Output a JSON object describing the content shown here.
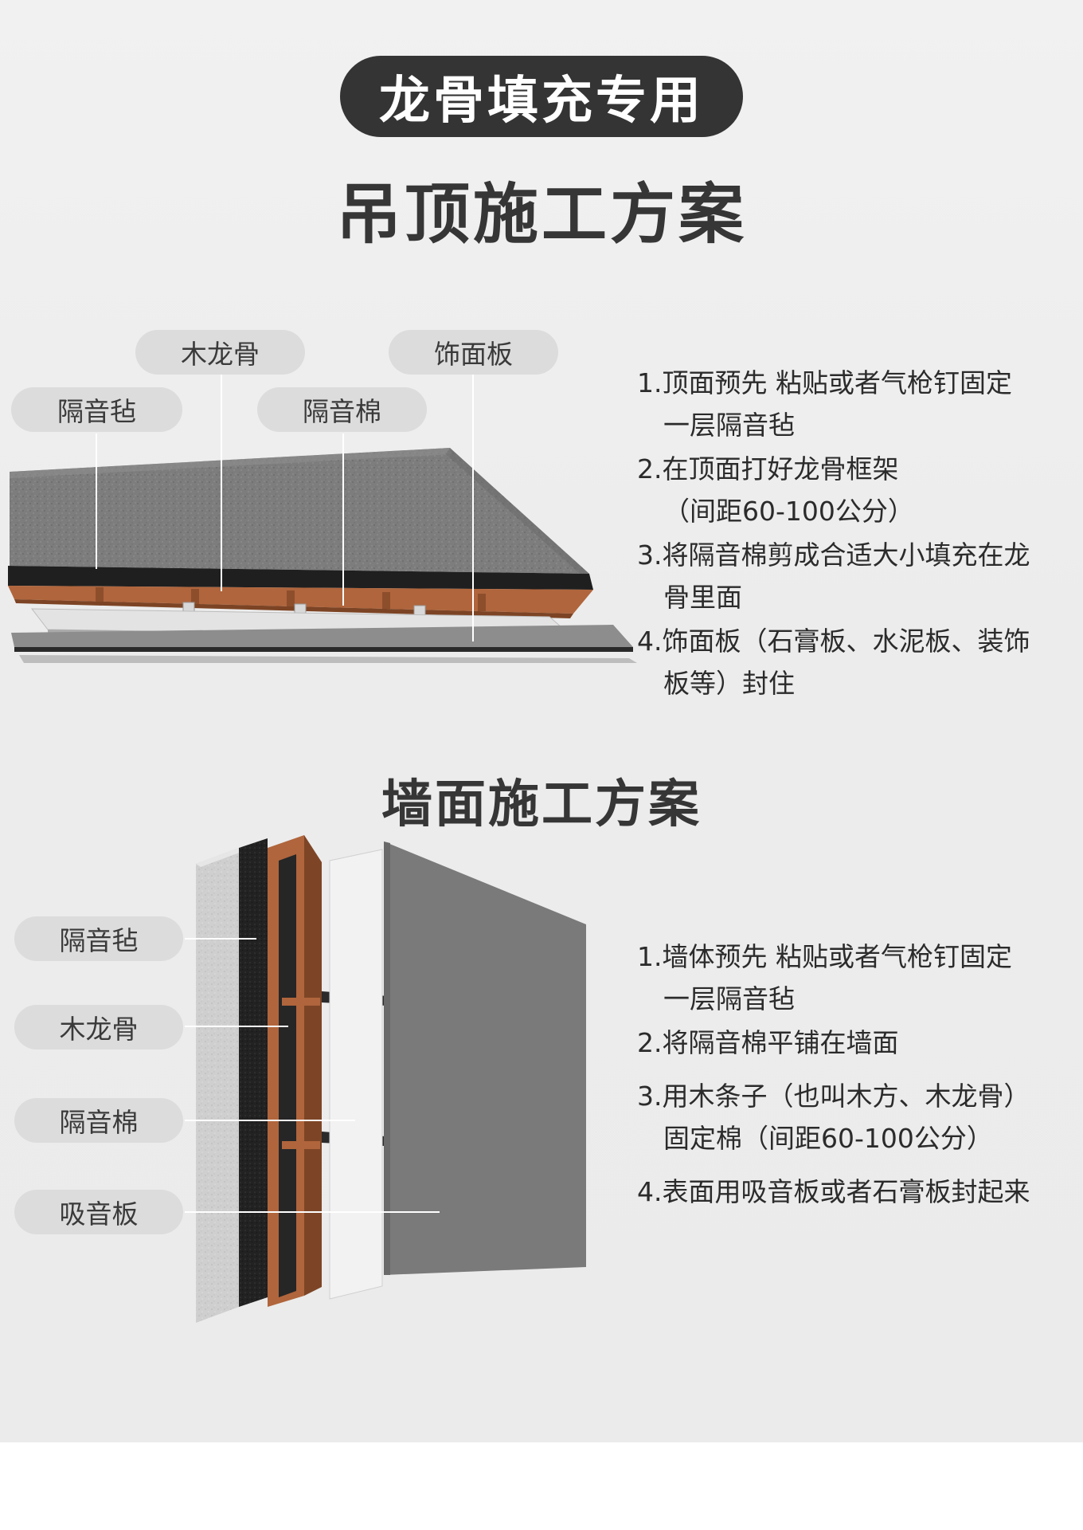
{
  "badge_title": "龙骨填充专用",
  "ceiling": {
    "heading": "吊顶施工方案",
    "labels": {
      "wood_keel": "木龙骨",
      "facing_board": "饰面板",
      "sound_felt": "隔音毡",
      "sound_cotton": "隔音棉"
    },
    "steps": [
      {
        "first": "1.顶面预先 粘贴或者气枪钉固定",
        "cont": "一层隔音毡"
      },
      {
        "first": "2.在顶面打好龙骨框架",
        "cont": "（间距60-100公分）"
      },
      {
        "first": "3.将隔音棉剪成合适大小填充在龙",
        "cont": "骨里面"
      },
      {
        "first": "4.饰面板（石膏板、水泥板、装饰",
        "cont": "板等）封住"
      }
    ]
  },
  "wall": {
    "heading": "墙面施工方案",
    "labels": {
      "sound_felt": "隔音毡",
      "wood_keel": "木龙骨",
      "sound_cotton": "隔音棉",
      "absorb_board": "吸音板"
    },
    "steps": [
      {
        "first": "1.墙体预先 粘贴或者气枪钉固定",
        "cont": "一层隔音毡"
      },
      {
        "first": "2.将隔音棉平铺在墙面",
        "cont": ""
      },
      {
        "first": "3.用木条子（也叫木方、木龙骨）",
        "cont": "固定棉（间距60-100公分）"
      },
      {
        "first": "4.表面用吸音板或者石膏板封起来",
        "cont": ""
      }
    ]
  },
  "colors": {
    "badge_bg": "#343434",
    "heading": "#363636",
    "pill_bg": "#dcdcdc",
    "wood": "#b0653c",
    "felt": "#232323",
    "board": "#747474"
  }
}
